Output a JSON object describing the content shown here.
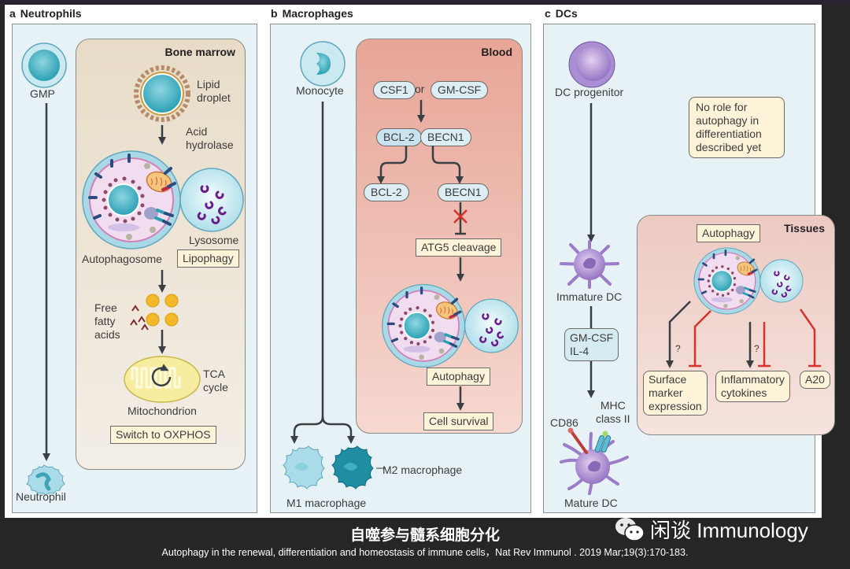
{
  "panels": {
    "a": {
      "letter": "a",
      "title": "Neutrophils",
      "region": "Bone marrow",
      "start_cell": "GMP",
      "end_cell": "Neutrophil",
      "labels": {
        "lipid_droplet": [
          "Lipid",
          "droplet"
        ],
        "acid_hydrolase": [
          "Acid",
          "hydrolase"
        ],
        "lysosome": "Lysosome",
        "autophagosome": "Autophagosome",
        "lipophagy": "Lipophagy",
        "free_fatty_acids": [
          "Free",
          "fatty",
          "acids"
        ],
        "tca_cycle": [
          "TCA",
          "cycle"
        ],
        "mitochondrion": "Mitochondrion",
        "oxphos": "Switch to OXPHOS"
      }
    },
    "b": {
      "letter": "b",
      "title": "Macrophages",
      "region": "Blood",
      "start_cell": "Monocyte",
      "labels": {
        "csf1": "CSF1",
        "or": "or",
        "gmcsf": "GM-CSF",
        "bcl2_complex": "BCL-2",
        "becn1_complex": "BECN1",
        "bcl2": "BCL-2",
        "becn1": "BECN1",
        "atg5": "ATG5 cleavage",
        "autophagy": "Autophagy",
        "cell_survival": "Cell survival",
        "m1": "M1 macrophage",
        "m2": "M2 macrophage"
      }
    },
    "c": {
      "letter": "c",
      "title": "DCs",
      "region": "Tissues",
      "start_cell": "DC progenitor",
      "labels": {
        "no_role": [
          "No role for",
          "autophagy in",
          "differentiation",
          "described yet"
        ],
        "immature_dc": "Immature DC",
        "cytokines": [
          "GM-CSF",
          "IL-4"
        ],
        "mhc": [
          "MHC",
          "class II"
        ],
        "cd86": "CD86",
        "mature_dc": "Mature DC",
        "autophagy": "Autophagy",
        "surface_marker": [
          "Surface",
          "marker",
          "expression"
        ],
        "inflammatory": [
          "Inflammatory",
          "cytokines"
        ],
        "a20": "A20",
        "question": "?"
      }
    }
  },
  "footer": {
    "title": "自噬参与髓系细胞分化",
    "citation": "Autophagy in the renewal, differentiation and homeostasis of immune cells，Nat Rev Immunol . 2019 Mar;19(3):170-183.",
    "brand": "闲谈 Immunology"
  },
  "colors": {
    "panel_bg": "#e6f2f5",
    "bone_marrow_bg": "#e9ddc8",
    "blood_bg": "#e8a89b",
    "tissues_bg": "#f0d3cc",
    "label_box": "#fdf3d9",
    "inhibit_red": "#d9312b",
    "arrow_dark": "#3a3f44"
  }
}
